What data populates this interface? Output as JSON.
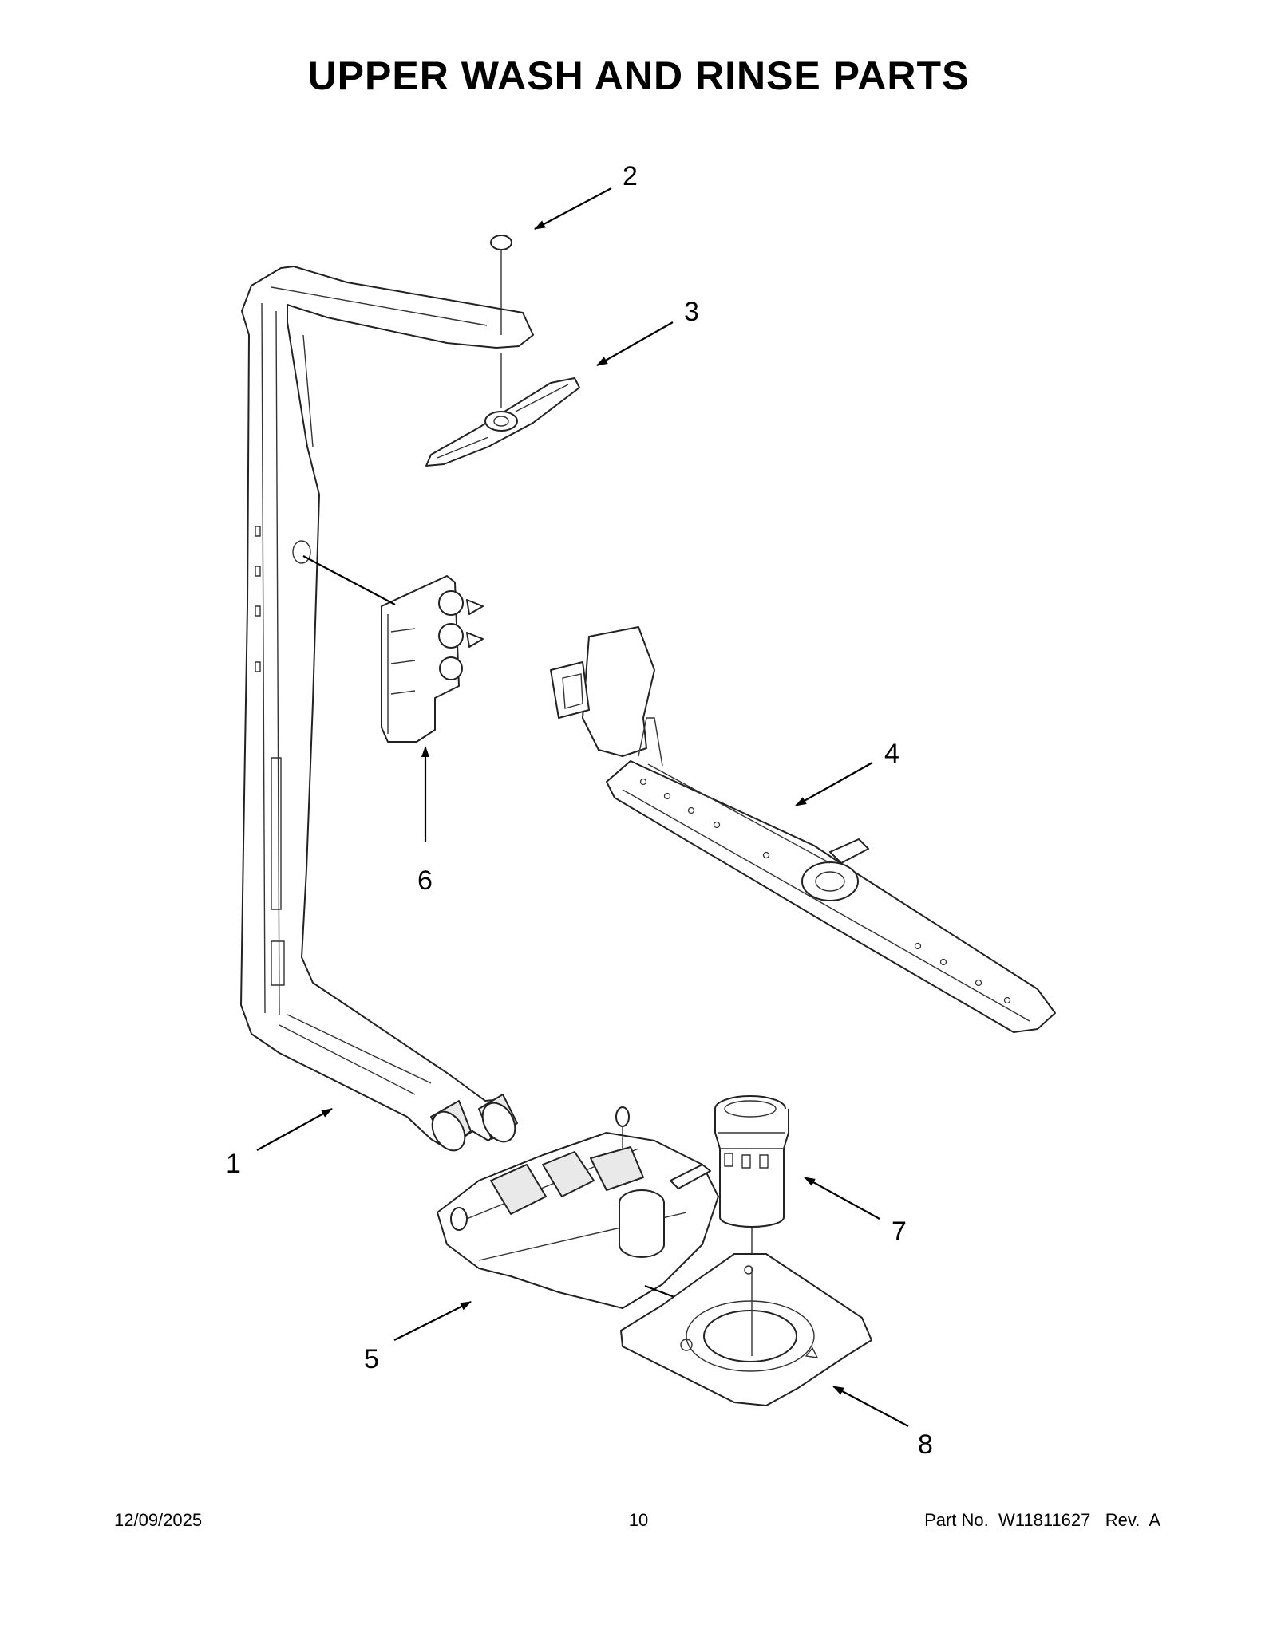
{
  "title": "UPPER WASH AND RINSE PARTS",
  "callouts": {
    "c1": "1",
    "c2": "2",
    "c3": "3",
    "c4": "4",
    "c5": "5",
    "c6": "6",
    "c7": "7",
    "c8": "8"
  },
  "footer": {
    "date": "12/09/2025",
    "page": "10",
    "part": "Part No.  W11811627   Rev.  A"
  }
}
